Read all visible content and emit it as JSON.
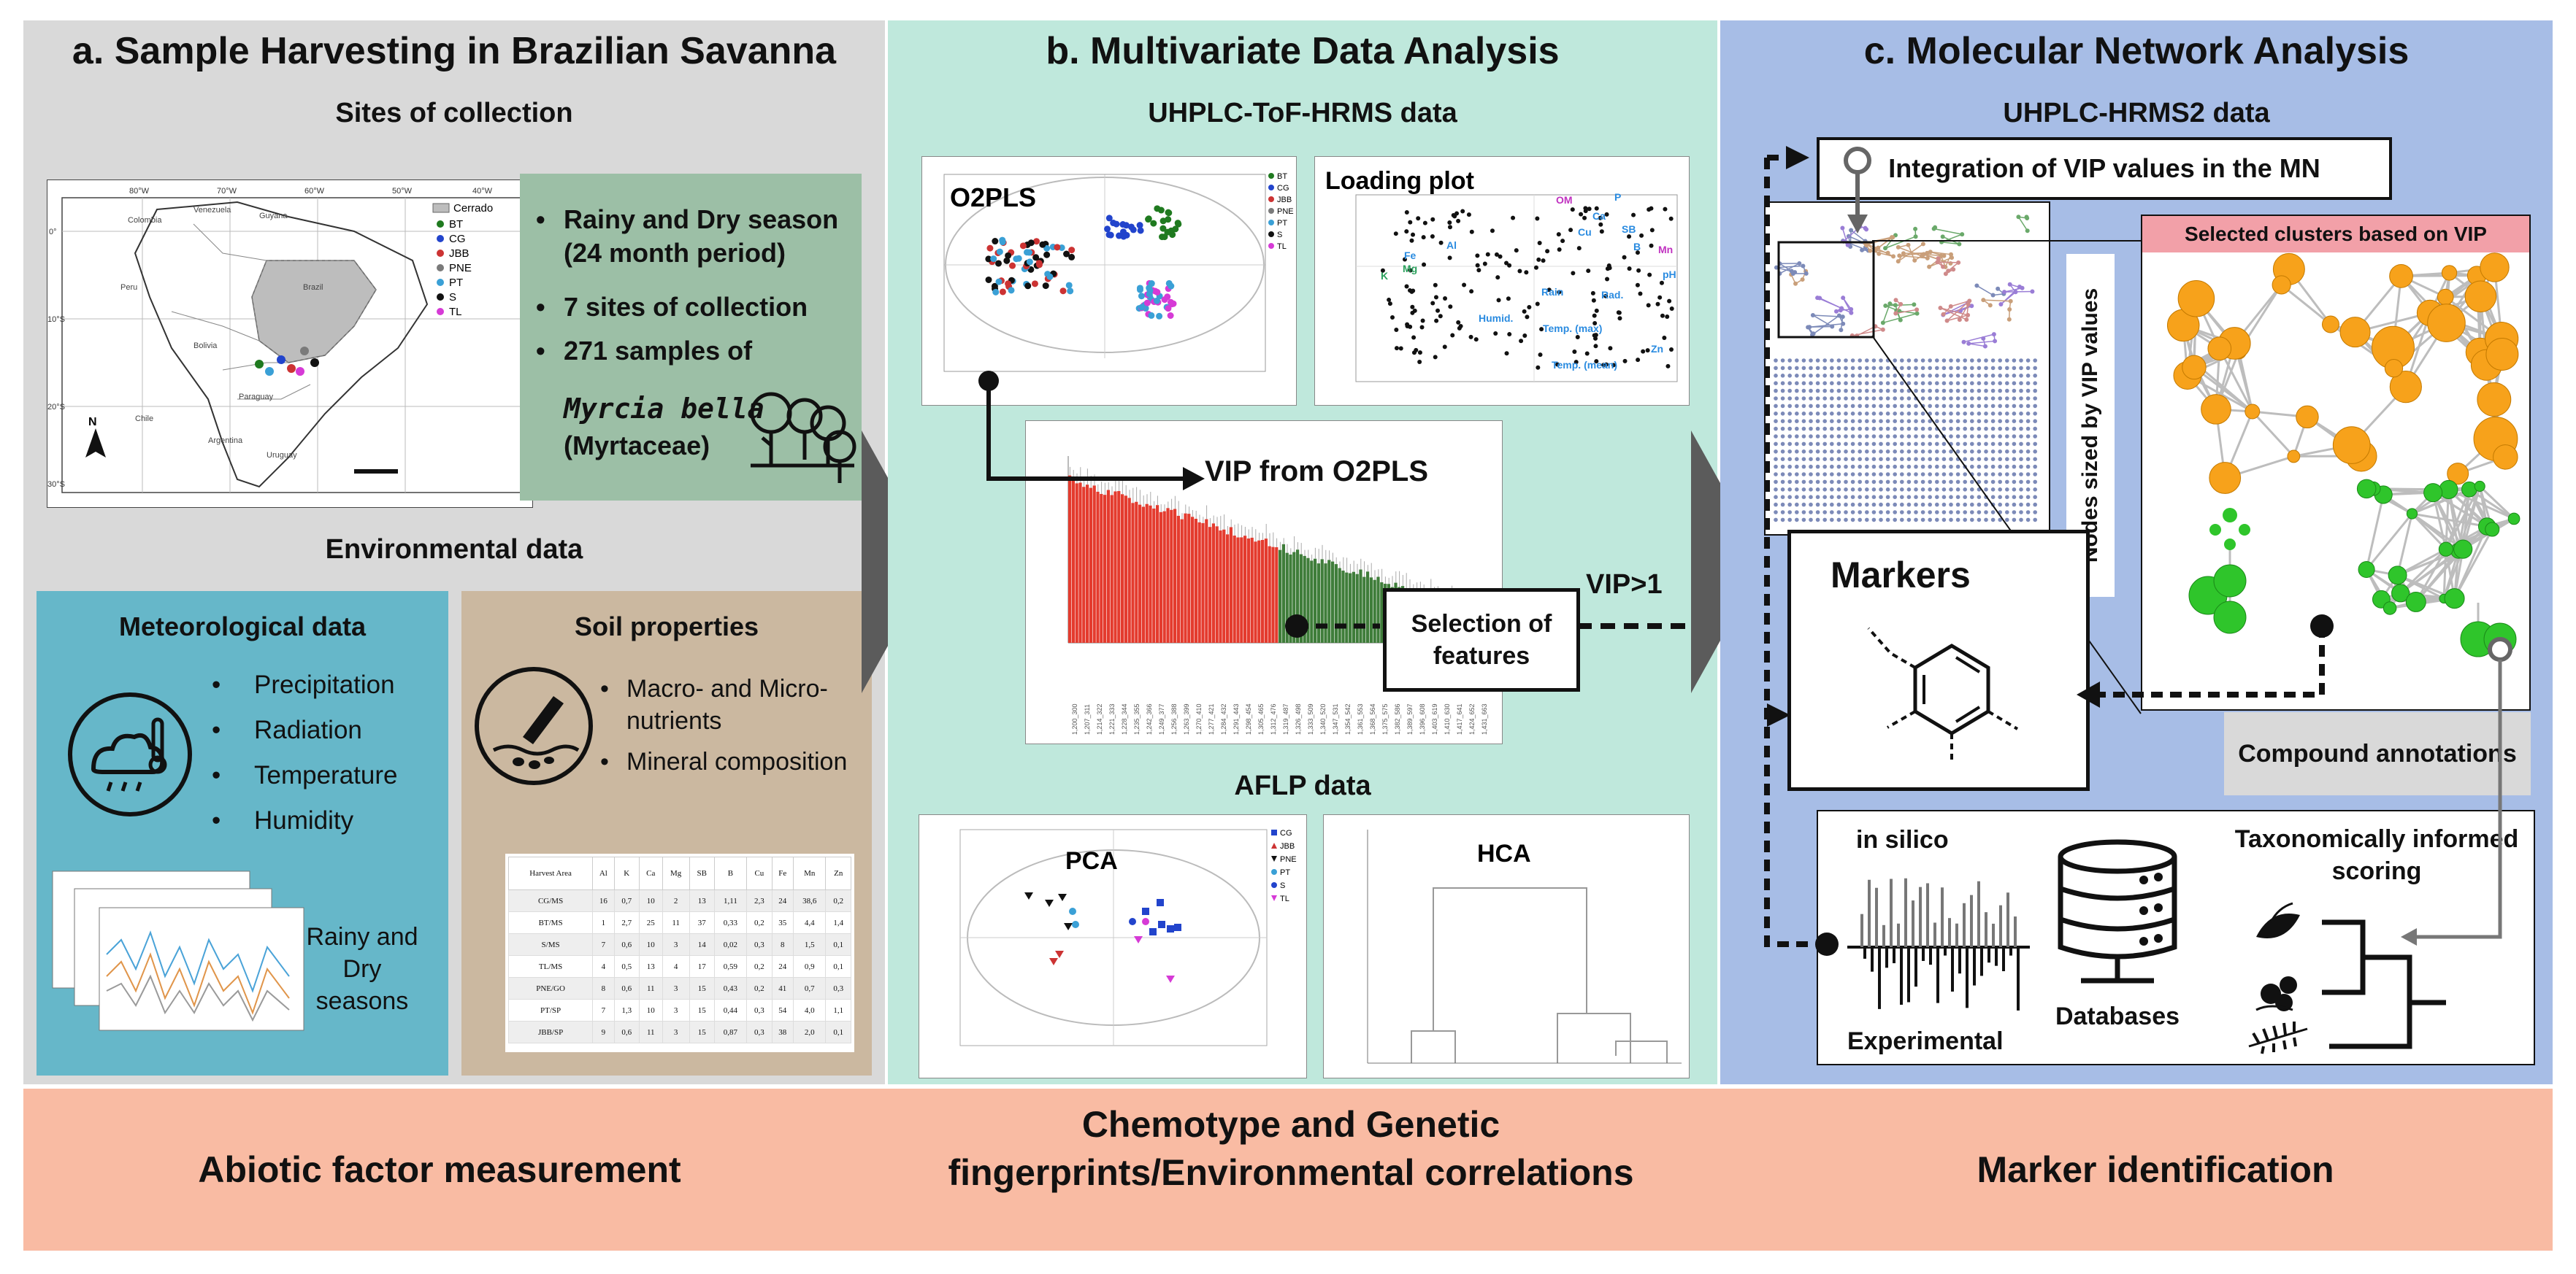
{
  "panels": {
    "a": {
      "title": "a. Sample Harvesting in Brazilian Savanna",
      "sites_heading": "Sites of collection",
      "map_legend_title": "Cerrado",
      "map_legend": [
        "BT",
        "CG",
        "JBB",
        "PNE",
        "PT",
        "S",
        "TL"
      ],
      "map_labels": [
        "Bolivia",
        "Brazil",
        "Paraguay",
        "Argentina",
        "Uruguay",
        "Peru",
        "Colombia",
        "Venezuela",
        "Guyana",
        "Chile"
      ],
      "map_lon_labels": [
        "80°W",
        "70°W",
        "60°W",
        "50°W",
        "40°W"
      ],
      "map_lat_labels": [
        "0°",
        "10°S",
        "20°S",
        "30°S"
      ],
      "north": "N",
      "bullets": [
        "Rainy and Dry season (24 month period)",
        "7 sites of collection",
        "271 samples of"
      ],
      "species": "Myrcia bella",
      "family": "(Myrtaceae)",
      "env_heading": "Environmental data",
      "meteo_title": "Meteorological data",
      "meteo_items": [
        "Precipitation",
        "Radiation",
        "Temperature",
        "Humidity"
      ],
      "seasons": "Rainy and Dry seasons",
      "soil_title": "Soil properties",
      "soil_items": [
        "Macro- and Micro-nutrients",
        "Mineral composition"
      ],
      "soil_table_header": [
        "Harvest Area",
        "Al",
        "K",
        "Ca",
        "Mg",
        "SB",
        "B",
        "Cu",
        "Fe",
        "Mn",
        "Zn"
      ],
      "soil_table_rows": [
        [
          "CG/MS",
          "16",
          "0,7",
          "10",
          "2",
          "13",
          "1,11",
          "2,3",
          "24",
          "38,6",
          "0,2"
        ],
        [
          "BT/MS",
          "1",
          "2,7",
          "25",
          "11",
          "37",
          "0,33",
          "0,2",
          "35",
          "4,4",
          "1,4"
        ],
        [
          "S/MS",
          "7",
          "0,6",
          "10",
          "3",
          "14",
          "0,02",
          "0,3",
          "8",
          "1,5",
          "0,1"
        ],
        [
          "TL/MS",
          "4",
          "0,5",
          "13",
          "4",
          "17",
          "0,59",
          "0,2",
          "24",
          "0,9",
          "0,1"
        ],
        [
          "PNE/GO",
          "8",
          "0,6",
          "11",
          "3",
          "15",
          "0,43",
          "0,2",
          "41",
          "0,7",
          "0,3"
        ],
        [
          "PT/SP",
          "7",
          "1,3",
          "10",
          "3",
          "15",
          "0,44",
          "0,3",
          "54",
          "4,0",
          "1,1"
        ],
        [
          "JBB/SP",
          "9",
          "0,6",
          "11",
          "3",
          "15",
          "0,87",
          "0,3",
          "38",
          "2,0",
          "0,1"
        ]
      ]
    },
    "b": {
      "title": "b. Multivariate Data Analysis",
      "uhplc_heading": "UHPLC-ToF-HRMS data",
      "o2pls_title": "O2PLS",
      "o2pls_legend": [
        "BT",
        "CG",
        "JBB",
        "PNE",
        "PT",
        "S",
        "TL"
      ],
      "loading_title": "Loading plot",
      "loading_labels": [
        "OM",
        "P",
        "Cu",
        "SB",
        "Ca",
        "Al",
        "Fe",
        "Humid.",
        "Rain",
        "Rad.",
        "Temp. (max)",
        "Temp. (mean)",
        "Mn",
        "pH",
        "K",
        "Mg",
        "B",
        "Zn"
      ],
      "vip_title": "VIP from O2PLS",
      "selection_label": "Selection of features",
      "vip_gt": "VIP>1",
      "aflp_heading": "AFLP data",
      "pca_title": "PCA",
      "pca_legend": [
        "CG",
        "JBB",
        "PNE",
        "PT",
        "S",
        "TL"
      ],
      "hca_title": "HCA"
    },
    "c": {
      "title": "c. Molecular Network Analysis",
      "uhplc_heading": "UHPLC-HRMS2 data",
      "integration": "Integration of VIP values in the MN",
      "clusters_title": "Selected clusters based on VIP",
      "nodes_sized": "Nodes sized by VIP values",
      "markers": "Markers",
      "compound_annotations": "Compound annotations",
      "in_silico": "in silico",
      "experimental": "Experimental",
      "databases": "Databases",
      "taxo": "Taxonomically informed scoring"
    }
  },
  "bottom": {
    "left": "Abiotic factor measurement",
    "center": "Chemotype and Genetic fingerprints/Environmental correlations",
    "right": "Marker identification"
  },
  "colors": {
    "panel_a": "#d9d9d9",
    "panel_b": "#bfe8dc",
    "panel_c": "#a7bde6",
    "bottom": "#f9bba3",
    "meteo": "#66b7c9",
    "soil": "#cbb8a0",
    "season_box": "#9cbfa6",
    "arrow": "#5b5b5b",
    "vip_red": "#e43b2e",
    "vip_green": "#3f7d3a",
    "node_orange": "#f7a21b",
    "node_green": "#2fc52b",
    "clusters_header": "#f2a0a8"
  }
}
